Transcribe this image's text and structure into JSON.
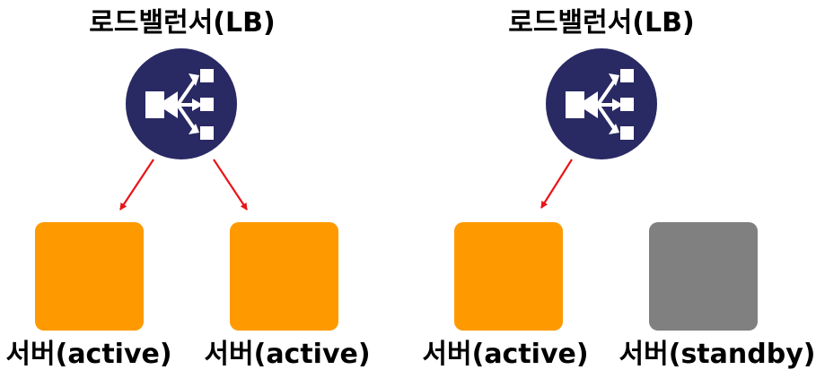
{
  "colors": {
    "lb_circle": "#292964",
    "lb_glyph": "#ffffff",
    "server_active": "#fe9a00",
    "server_standby": "#808080",
    "arrow": "#e8141a",
    "text": "#000000"
  },
  "left_group": {
    "lb": {
      "title": "로드밸런서(LB)",
      "icon": "load-balancer-icon"
    },
    "servers": [
      {
        "label": "서버(active)",
        "state": "active"
      },
      {
        "label": "서버(active)",
        "state": "active"
      }
    ]
  },
  "right_group": {
    "lb": {
      "title": "로드밸런서(LB)",
      "icon": "load-balancer-icon"
    },
    "servers": [
      {
        "label": "서버(active)",
        "state": "active"
      },
      {
        "label": "서버(standby)",
        "state": "standby"
      }
    ]
  }
}
